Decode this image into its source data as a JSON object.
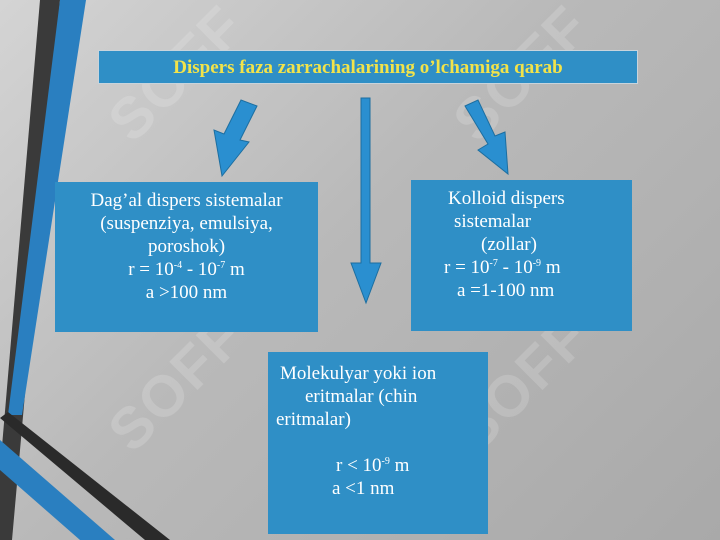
{
  "title": "Dispers faza zarrachalarining o’lchamiga qarab",
  "watermark": "SOFF",
  "colors": {
    "box_fill": "#2f8fc6",
    "title_text": "#f2e34a",
    "box_text": "#ffffff",
    "arrow_fill": "#2a8fd0",
    "stripe_dark": "#3a3a3a",
    "stripe_blue": "#2a7fc0"
  },
  "coarse": {
    "line1": "Dag’al dispers sistemalar",
    "line2": "(suspenziya, emulsiya,",
    "line3": "poroshok)",
    "r_prefix": "r = 10",
    "r_exp1": "-4",
    "r_mid": " - 10",
    "r_exp2": "-7",
    "r_suffix": " m",
    "a_line": "a >100 nm"
  },
  "colloid": {
    "line1": "Kolloid dispers",
    "line2": "sistemalar",
    "line3": "(zollar)",
    "r_prefix": "r = 10",
    "r_exp1": "-7",
    "r_mid": " - 10",
    "r_exp2": "-9",
    "r_suffix": " m",
    "a_line": "a =1-100 nm"
  },
  "molecular": {
    "line1": "Molekulyar yoki ion",
    "line2": "eritmalar (chin",
    "line3": "eritmalar)",
    "r_prefix": "r <  10",
    "r_exp": "-9",
    "r_suffix": " m",
    "a_line": "a <1 nm"
  }
}
